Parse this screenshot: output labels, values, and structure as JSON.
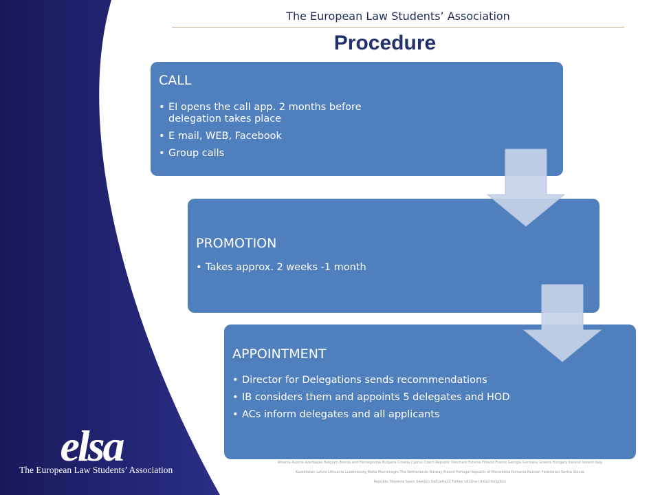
{
  "header": {
    "org_name": "The European Law Students’ Association"
  },
  "title": "Procedure",
  "stages": [
    {
      "heading": "CALL",
      "bullets": [
        "EI opens the call app. 2 months before delegation takes place",
        "E mail, WEB, Facebook",
        "Group calls"
      ]
    },
    {
      "heading": "PROMOTION",
      "bullets": [
        "Takes approx. 2 weeks -1 month"
      ]
    },
    {
      "heading": "APPOINTMENT",
      "bullets": [
        "Director for Delegations sends recommendations",
        "IB considers them and appoints  5 delegates and HOD",
        "ACs inform delegates and all applicants"
      ]
    }
  ],
  "logo": {
    "wordmark": "elsa",
    "caption": "The European Law Students’ Association"
  },
  "footer": {
    "lines": [
      "Albania Austria Azerbaijan Belgium Bosnia and Herzegovina Bulgaria Croatia Cyprus Czech Republic Denmark Estonia Finland France Georgia Germany Greece Hungary Iceland Ireland Italy",
      "Kazakhstan Latvia Lithuania Luxembourg Malta Montenegro The Netherlands Norway Poland Portugal Republic of Macedonia Romania Russian Federation Serbia Slovak",
      "Republic Slovenia Spain Sweden Switzerland Turkey Ukraine United Kingdom"
    ]
  },
  "colors": {
    "navy": "#1f2470",
    "stage_blue": "#4f7fbd",
    "arrow_fill": "#c6d2e8",
    "title_blue": "#22306e"
  }
}
